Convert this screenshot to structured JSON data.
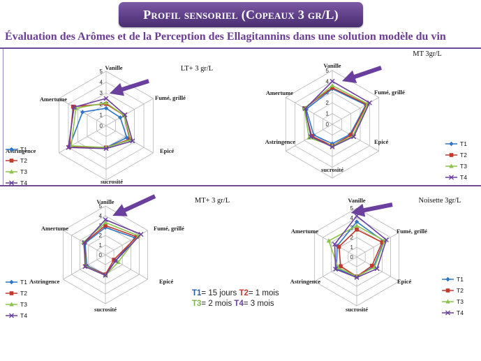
{
  "title": "Profil sensoriel (Copeaux 3 gr/L)",
  "subtitle": "Évaluation des Arômes et de la Perception des Ellagitannins dans une solution modèle du vin",
  "legend_note": {
    "t1_label": "T1",
    "t1_text": "= 15 jours",
    "t2_label": "T2",
    "t2_text": "= 1 mois",
    "t3_label": "T3",
    "t3_text": "= 2 mois",
    "t4_label": "T4",
    "t4_text": "= 3 mois"
  },
  "series_colors": {
    "T1": "#2e75c8",
    "T2": "#c0392b",
    "T3": "#8bc34a",
    "T4": "#6a3f9e"
  },
  "arrow_color": "#6a3f9e",
  "chart_data": [
    {
      "type": "radar",
      "title": "LT+ 3 gr/L",
      "axes": [
        "Vanille",
        "Fumé, grillé",
        "Epicé",
        "sucrosité",
        "Astringence",
        "Amertume"
      ],
      "tick_labels": [
        "0",
        "1",
        "2",
        "3",
        "4",
        "5"
      ],
      "rlim": [
        0,
        5
      ],
      "legend_position": "left",
      "series": [
        {
          "name": "T1",
          "values": [
            1.6,
            1.5,
            2.2,
            2.0,
            3.9,
            2.5
          ]
        },
        {
          "name": "T2",
          "values": [
            2.0,
            1.9,
            2.5,
            2.0,
            3.9,
            3.5
          ]
        },
        {
          "name": "T3",
          "values": [
            2.1,
            1.9,
            2.6,
            2.0,
            3.7,
            3.2
          ]
        },
        {
          "name": "T4",
          "values": [
            2.5,
            2.0,
            2.8,
            2.1,
            4.0,
            3.4
          ]
        }
      ]
    },
    {
      "type": "radar",
      "title": "MT 3gr/L",
      "axes": [
        "Vanille",
        "Fumé, grillé",
        "Epicé",
        "sucrosité",
        "Astringence",
        "Amertume"
      ],
      "tick_labels": [
        "0",
        "1",
        "2",
        "3",
        "4",
        "5"
      ],
      "rlim": [
        0,
        5
      ],
      "legend_position": "right",
      "series": [
        {
          "name": "T1",
          "values": [
            3.3,
            3.6,
            1.9,
            1.8,
            2.0,
            2.8
          ]
        },
        {
          "name": "T2",
          "values": [
            3.4,
            3.7,
            2.0,
            2.0,
            2.2,
            3.0
          ]
        },
        {
          "name": "T3",
          "values": [
            3.6,
            3.8,
            2.2,
            2.0,
            2.5,
            3.0
          ]
        },
        {
          "name": "T4",
          "values": [
            4.0,
            4.0,
            2.3,
            2.1,
            2.3,
            2.9
          ]
        }
      ]
    },
    {
      "type": "radar",
      "title": "MT+ 3 gr/L",
      "axes": [
        "Vanille",
        "Fumé, grillé",
        "Epicé",
        "sucrosité",
        "Astringence",
        "Amertume"
      ],
      "tick_labels": [
        "0",
        "1",
        "2",
        "3",
        "4",
        "5"
      ],
      "rlim": [
        0,
        5
      ],
      "legend_position": "left",
      "series": [
        {
          "name": "T1",
          "values": [
            2.8,
            3.5,
            1.2,
            2.0,
            2.2,
            2.4
          ]
        },
        {
          "name": "T2",
          "values": [
            3.0,
            3.7,
            1.0,
            2.0,
            2.3,
            2.5
          ]
        },
        {
          "name": "T3",
          "values": [
            3.3,
            3.9,
            1.5,
            2.1,
            2.3,
            2.6
          ]
        },
        {
          "name": "T4",
          "values": [
            3.6,
            4.2,
            1.2,
            2.1,
            2.4,
            2.5
          ]
        }
      ]
    },
    {
      "type": "radar",
      "title": "Noisette 3gr/L",
      "axes": [
        "Vanille",
        "Fumé, grillé",
        "Epicé",
        "sucrosité",
        "Astringence",
        "Amertume"
      ],
      "tick_labels": [
        "0",
        "1",
        "2",
        "3",
        "4",
        "5"
      ],
      "rlim": [
        0,
        5
      ],
      "legend_position": "right",
      "series": [
        {
          "name": "T1",
          "values": [
            3.6,
            3.2,
            2.0,
            2.0,
            2.4,
            2.3
          ]
        },
        {
          "name": "T2",
          "values": [
            2.8,
            3.0,
            1.8,
            2.0,
            1.9,
            2.1
          ]
        },
        {
          "name": "T3",
          "values": [
            3.2,
            3.3,
            2.1,
            2.0,
            2.2,
            3.3
          ]
        },
        {
          "name": "T4",
          "values": [
            4.2,
            3.5,
            2.4,
            2.1,
            2.5,
            2.6
          ]
        }
      ]
    }
  ]
}
